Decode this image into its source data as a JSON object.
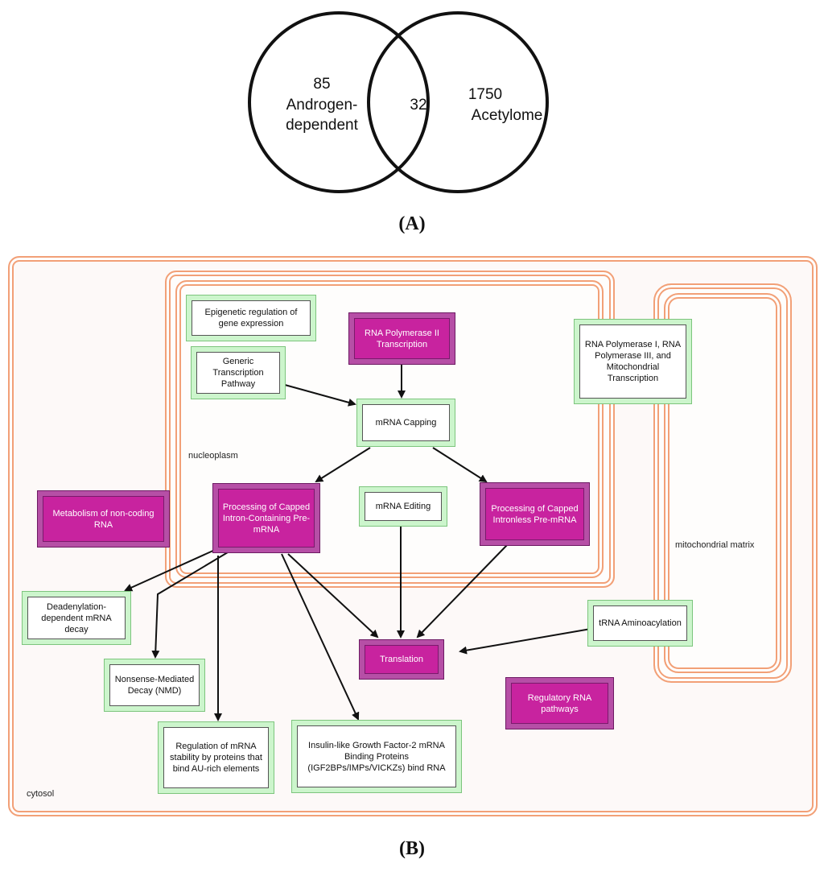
{
  "panel_a": {
    "label": "(A)",
    "venn": {
      "left_count": "85",
      "left_label": "Androgen-\ndependent",
      "overlap_count": "32",
      "right_count": "1750",
      "right_label": "Acetylome"
    }
  },
  "panel_b": {
    "label": "(B)",
    "compartments": {
      "cytosol": "cytosol",
      "nucleoplasm": "nucleoplasm",
      "mitochondrial_matrix": "mitochondrial matrix"
    },
    "nodes": {
      "epigenetic": "Epigenetic regulation of gene expression",
      "rna_pol2": "RNA Polymerase II Transcription",
      "generic_transcription": "Generic Transcription Pathway",
      "rna_pol13_mito": "RNA Polymerase I, RNA Polymerase III, and Mitochondrial Transcription",
      "mrna_capping": "mRNA Capping",
      "processing_intron": "Processing of Capped Intron-Containing Pre-mRNA",
      "mrna_editing": "mRNA Editing",
      "processing_intronless": "Processing of Capped Intronless Pre-mRNA",
      "metabolism_noncoding": "Metabolism of non-coding RNA",
      "deadenylation": "Deadenylation-dependent mRNA decay",
      "trna": "tRNA Aminoacylation",
      "translation": "Translation",
      "nmd": "Nonsense-Mediated Decay (NMD)",
      "regulatory_rna": "Regulatory RNA pathways",
      "mrna_stability": "Regulation of mRNA stability by proteins that bind AU-rich elements",
      "igf2bp": "Insulin-like Growth Factor-2 mRNA Binding Proteins (IGF2BPs/IMPs/VICKZs) bind RNA"
    },
    "colors": {
      "compartment_border": "#f2a077",
      "node_green_outer": "#ccf5cc",
      "node_purple_outer": "#b64fa6",
      "node_purple_inner": "#c8239f"
    }
  }
}
